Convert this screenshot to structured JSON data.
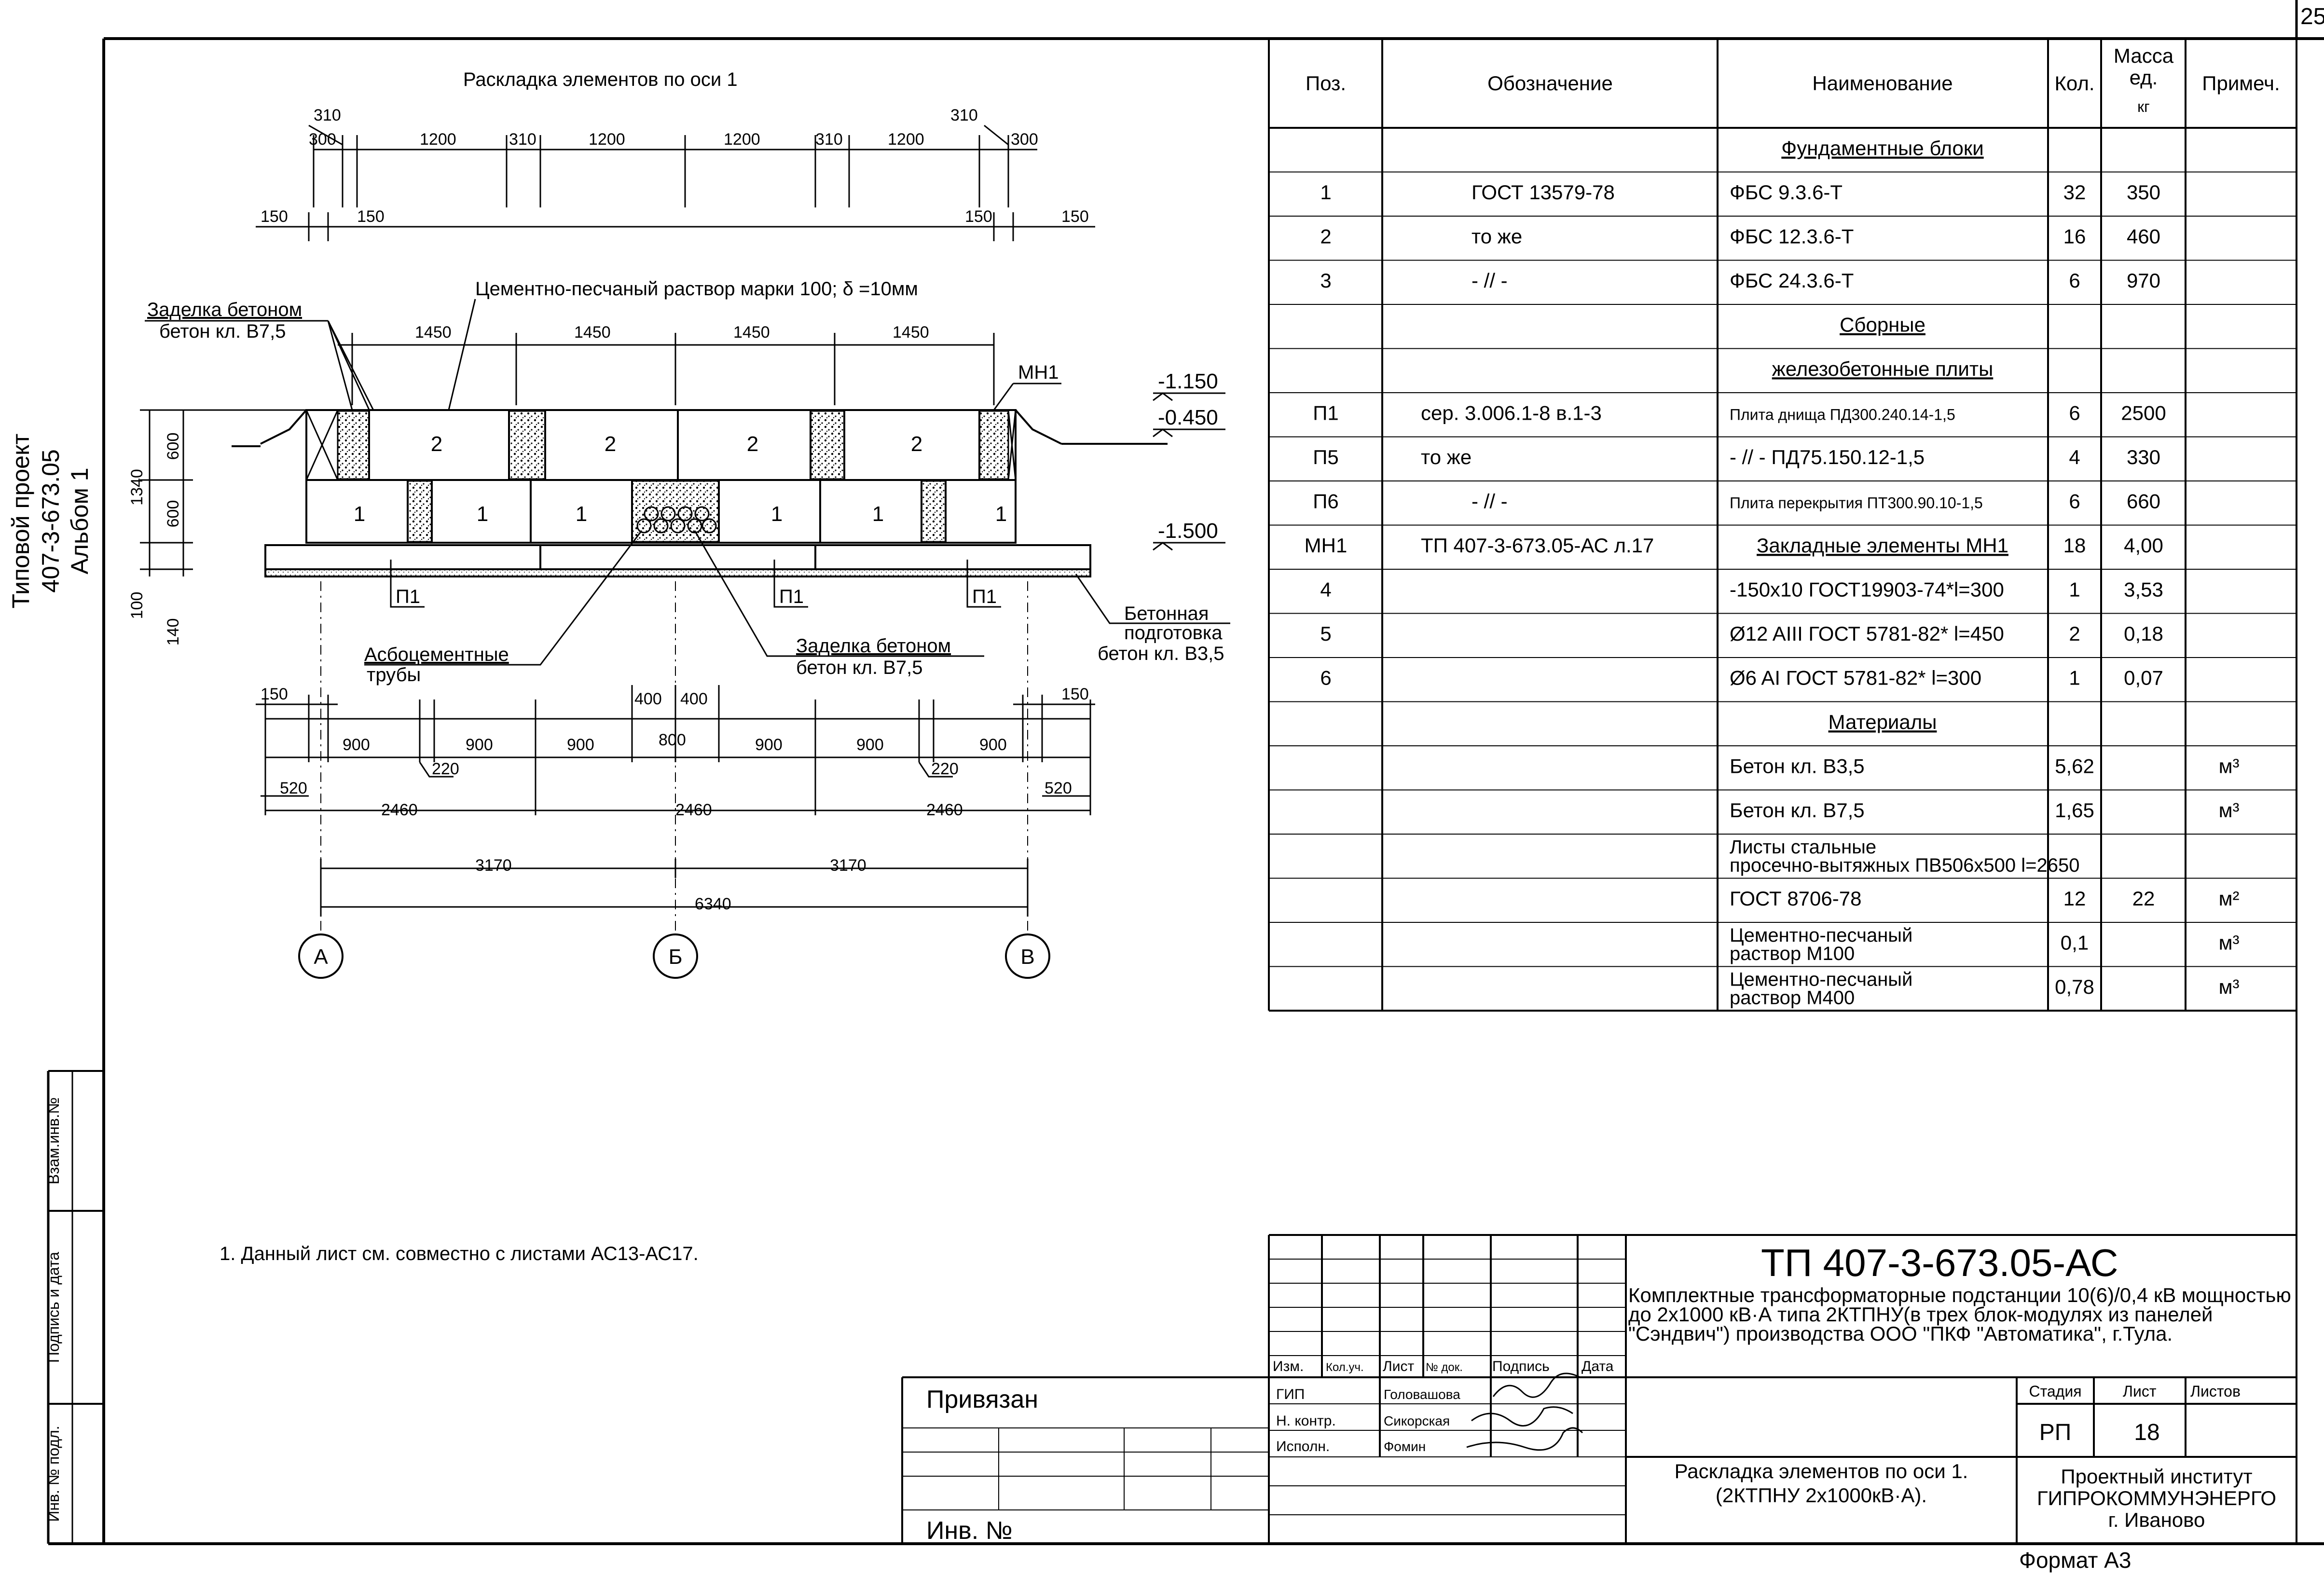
{
  "sheet_no": "25",
  "vertical": {
    "line1": "Типовой проект",
    "line2": "407-3-673.05",
    "line3": "Альбом 1"
  },
  "side_stamps": [
    "Взам.инв.№",
    "Подпись и дата",
    "Инв. № подл."
  ],
  "drawing": {
    "title": "Раскладка элементов по оси 1",
    "mortar_note": "Цементно-песчаный раствор марки 100; δ =10мм",
    "fill_left_1": "Заделка бетоном",
    "fill_left_2": "бетон кл. В7,5",
    "fill_mid_1": "Заделка бетоном",
    "fill_mid_2": "бетон кл. В7,5",
    "pipes_1": "Асбоцементные",
    "pipes_2": "трубы",
    "prep_1": "Бетонная",
    "prep_2": "подготовка",
    "prep_3": "бетон кл. В3,5",
    "mn1": "МН1",
    "p1": "П1",
    "block_top": "2",
    "block_bottom": "1",
    "level_top": "-1.150",
    "level_mid": "-0.450",
    "level_bottom": "-1.500",
    "top_dims": {
      "d310": "310",
      "d300": "300",
      "d1200": "1200",
      "d150": "150"
    },
    "dims_1450": "1450",
    "dims_900": "900",
    "dims_400": "400",
    "dims_800": "800",
    "dims_220": "220",
    "dims_520": "520",
    "dims_150": "150",
    "dims_2460": "2460",
    "dims_3170": "3170",
    "dims_6340": "6340",
    "v_1340": "1340",
    "v_600": "600",
    "v_100": "100",
    "v_140": "140",
    "axes": [
      "А",
      "Б",
      "В"
    ],
    "note": "1. Данный лист см. совместно с листами АС13-АС17."
  },
  "table": {
    "headers": {
      "pos": "Поз.",
      "desig": "Обозначение",
      "name": "Наименование",
      "qty": "Кол.",
      "mass_1": "Масса",
      "mass_2": "ед.",
      "mass_3": "кг",
      "note": "Примеч."
    },
    "rows": [
      {
        "pos": "",
        "desig": "",
        "name": "Фундаментные блоки",
        "qty": "",
        "mass": "",
        "note": "",
        "section": true
      },
      {
        "pos": "1",
        "desig": "ГОСТ 13579-78",
        "name": "ФБС 9.3.6-Т",
        "qty": "32",
        "mass": "350",
        "note": ""
      },
      {
        "pos": "2",
        "desig": "то же",
        "name": "ФБС 12.3.6-Т",
        "qty": "16",
        "mass": "460",
        "note": ""
      },
      {
        "pos": "3",
        "desig": "- // -",
        "name": "ФБС 24.3.6-Т",
        "qty": "6",
        "mass": "970",
        "note": ""
      },
      {
        "pos": "",
        "desig": "",
        "name": "Сборные",
        "qty": "",
        "mass": "",
        "note": "",
        "section": true
      },
      {
        "pos": "",
        "desig": "",
        "name": "железобетонные плиты",
        "qty": "",
        "mass": "",
        "note": "",
        "section": true
      },
      {
        "pos": "П1",
        "desig": "сер. 3.006.1-8 в.1-3",
        "name": "Плита днища ПД300.240.14-1,5",
        "qty": "6",
        "mass": "2500",
        "note": "",
        "small": true
      },
      {
        "pos": "П5",
        "desig": "то же",
        "name": "- // -       ПД75.150.12-1,5",
        "qty": "4",
        "mass": "330",
        "note": ""
      },
      {
        "pos": "П6",
        "desig": "- // -",
        "name": "Плита перекрытия ПТ300.90.10-1,5",
        "qty": "6",
        "mass": "660",
        "note": "",
        "small": true
      },
      {
        "pos": "МН1",
        "desig": "ТП  407-3-673.05-АС л.17",
        "name": "Закладные элементы МН1",
        "qty": "18",
        "mass": "4,00",
        "note": "",
        "underline": true
      },
      {
        "pos": "4",
        "desig": "",
        "name": "-150х10 ГОСТ19903-74*l=300",
        "qty": "1",
        "mass": "3,53",
        "note": ""
      },
      {
        "pos": "5",
        "desig": "",
        "name": "Ø12 AIII ГОСТ 5781-82* l=450",
        "qty": "2",
        "mass": "0,18",
        "note": ""
      },
      {
        "pos": "6",
        "desig": "",
        "name": "Ø6 AI ГОСТ 5781-82*    l=300",
        "qty": "1",
        "mass": "0,07",
        "note": ""
      },
      {
        "pos": "",
        "desig": "",
        "name": "Материалы",
        "qty": "",
        "mass": "",
        "note": "",
        "section": true
      },
      {
        "pos": "",
        "desig": "",
        "name": "Бетон кл. В3,5",
        "qty": "5,62",
        "mass": "",
        "note": "м³"
      },
      {
        "pos": "",
        "desig": "",
        "name": "Бетон кл. В7,5",
        "qty": "1,65",
        "mass": "",
        "note": "м³"
      },
      {
        "pos": "",
        "desig": "",
        "name": "Листы стальные просечно-вытяжных ПВ506х500 l=2650",
        "qty": "",
        "mass": "",
        "note": "",
        "two_line": true
      },
      {
        "pos": "",
        "desig": "",
        "name": "ГОСТ 8706-78",
        "qty": "12",
        "mass": "22",
        "note": "м²"
      },
      {
        "pos": "",
        "desig": "",
        "name": "Цементно-песчаный раствор М100",
        "qty": "0,1",
        "mass": "",
        "note": "м³",
        "two_line": true
      },
      {
        "pos": "",
        "desig": "",
        "name": "Цементно-песчаный раствор М400",
        "qty": "0,78",
        "mass": "",
        "note": "м³",
        "two_line": true
      }
    ]
  },
  "stamp": {
    "code": "ТП       407-3-673.05-АС",
    "desc": "Комплектные трансформаторные подстанции 10(6)/0,4 кВ мощностью до 2х1000 кВ·А типа 2КТПНУ(в трех блок-модулях из панелей \"Сэндвич\") производства ООО \"ПКФ \"Автоматика\", г.Тула.",
    "cols": [
      "Изм.",
      "Кол.уч.",
      "Лист",
      "№ док.",
      "Подпись",
      "Дата"
    ],
    "roles": [
      "ГИП",
      "Н. контр.",
      "Исполн."
    ],
    "people": [
      "Головашова",
      "Сикорская",
      "Фомин"
    ],
    "stage_h": "Стадия",
    "sheet_h": "Лист",
    "sheets_h": "Листов",
    "stage": "РП",
    "sheet": "18",
    "sheet_title": "Раскладка элементов по оси  1. (2КТПНУ 2х1000кВ·А).",
    "org_1": "Проектный институт",
    "org_2": "ГИПРОКОММУНЭНЕРГО",
    "org_3": "г. Иваново",
    "privyazan": "Привязан",
    "inv": "Инв. №",
    "format": "Формат А3"
  }
}
